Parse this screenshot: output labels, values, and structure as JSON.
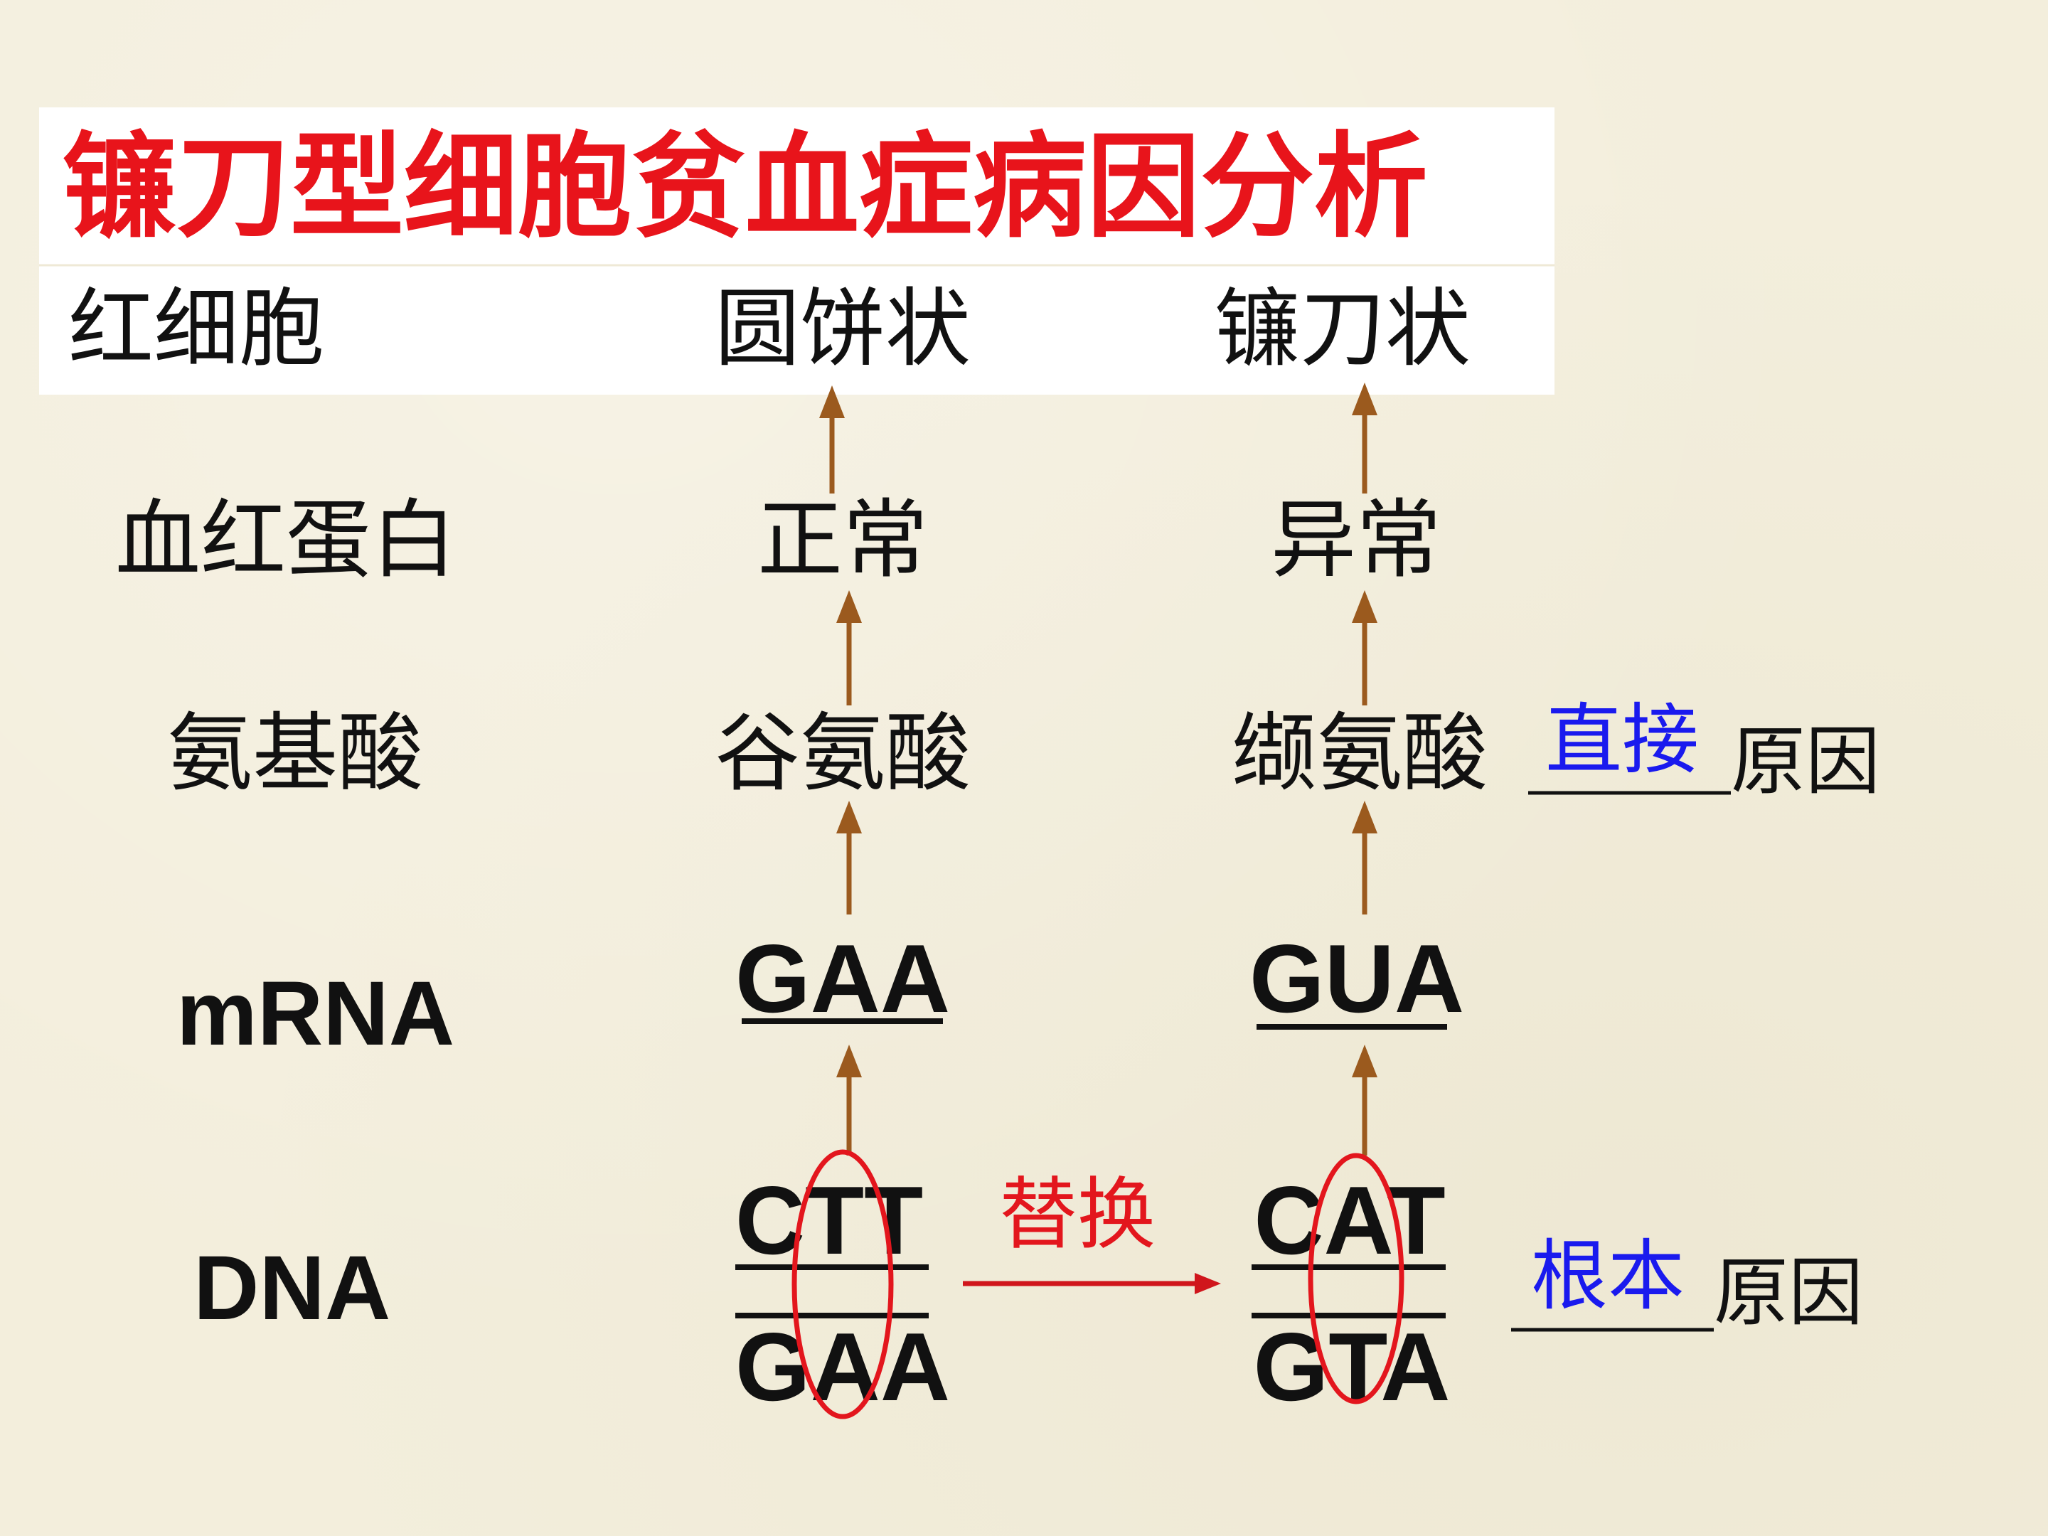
{
  "title": "镰刀型细胞贫血症病因分析",
  "rows": {
    "red_blood_cell": {
      "label": "红细胞",
      "normal": "圆饼状",
      "sickle": "镰刀状"
    },
    "hemoglobin": {
      "label": "血红蛋白",
      "normal": "正常",
      "sickle": "异常"
    },
    "amino_acid": {
      "label": "氨基酸",
      "normal": "谷氨酸",
      "sickle": "缬氨酸"
    },
    "mrna": {
      "label": "mRNA",
      "normal": "GAA",
      "sickle": "GUA"
    },
    "dna": {
      "label": "DNA",
      "normal_top": "CTT",
      "normal_bottom": "GAA",
      "sickle_top": "CAT",
      "sickle_bottom": "GTA"
    }
  },
  "mutation": {
    "label": "替换"
  },
  "causes": {
    "direct": {
      "answer": "直接",
      "suffix": "原因"
    },
    "root": {
      "answer": "根本",
      "suffix": "原因"
    }
  },
  "colors": {
    "background": "#f3eedc",
    "title": "#e8141b",
    "answer_blue": "#1a1aee",
    "arrow_brown": "#9b5a1e",
    "highlight_red": "#e3161d"
  }
}
